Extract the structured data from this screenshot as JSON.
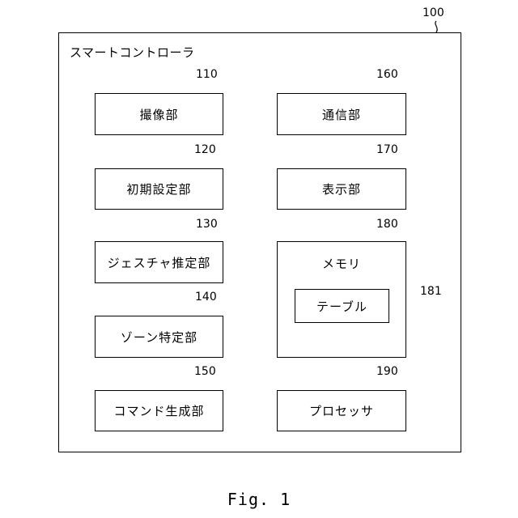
{
  "diagram": {
    "outer": {
      "ref": "100",
      "title": "スマートコントローラ"
    },
    "blocks": [
      {
        "ref": "110",
        "label": "撮像部"
      },
      {
        "ref": "120",
        "label": "初期設定部"
      },
      {
        "ref": "130",
        "label": "ジェスチャ推定部"
      },
      {
        "ref": "140",
        "label": "ゾーン特定部"
      },
      {
        "ref": "150",
        "label": "コマンド生成部"
      },
      {
        "ref": "160",
        "label": "通信部"
      },
      {
        "ref": "170",
        "label": "表示部"
      },
      {
        "ref": "180",
        "label": "メモリ"
      },
      {
        "ref": "181",
        "label": "テーブル"
      },
      {
        "ref": "190",
        "label": "プロセッサ"
      }
    ]
  },
  "caption": "Fig. 1"
}
